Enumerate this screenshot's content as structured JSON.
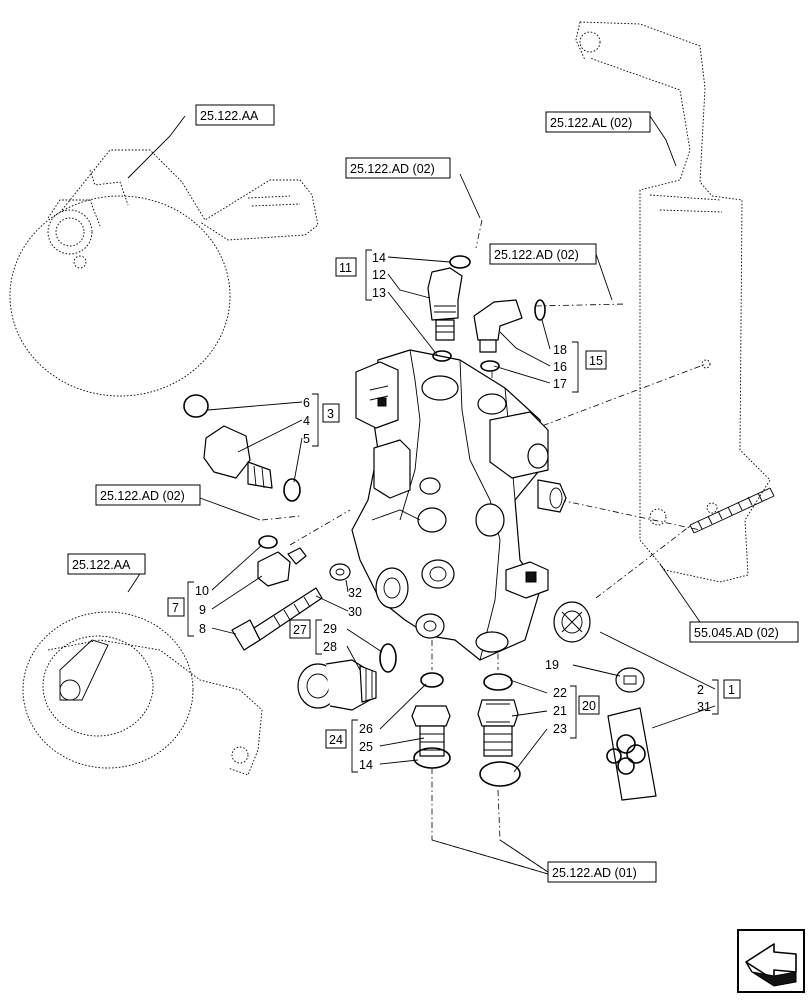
{
  "refs": {
    "ref_25_122_aa_top": "25.122.AA",
    "ref_25_122_al_02": "25.122.AL (02)",
    "ref_25_122_ad_02_top": "25.122.AD (02)",
    "ref_25_122_ad_02_right": "25.122.AD (02)",
    "ref_25_122_ad_02_left": "25.122.AD (02)",
    "ref_25_122_aa_bottom": "25.122.AA",
    "ref_55_045_ad_02": "55.045.AD (02)",
    "ref_25_122_ad_01": "25.122.AD (01)"
  },
  "groups": {
    "g11": "11",
    "g15": "15",
    "g3": "3",
    "g7": "7",
    "g27": "27",
    "g24": "24",
    "g20": "20",
    "g1": "1"
  },
  "parts": {
    "p14_top": "14",
    "p12": "12",
    "p13": "13",
    "p18": "18",
    "p16": "16",
    "p17": "17",
    "p6": "6",
    "p4": "4",
    "p5": "5",
    "p10": "10",
    "p9": "9",
    "p8": "8",
    "p32": "32",
    "p30": "30",
    "p29": "29",
    "p28": "28",
    "p26": "26",
    "p25": "25",
    "p14_bottom": "14",
    "p22": "22",
    "p21": "21",
    "p23": "23",
    "p19": "19",
    "p2": "2",
    "p31": "31"
  },
  "icons": {
    "nav": "next-page-arrow-icon"
  }
}
